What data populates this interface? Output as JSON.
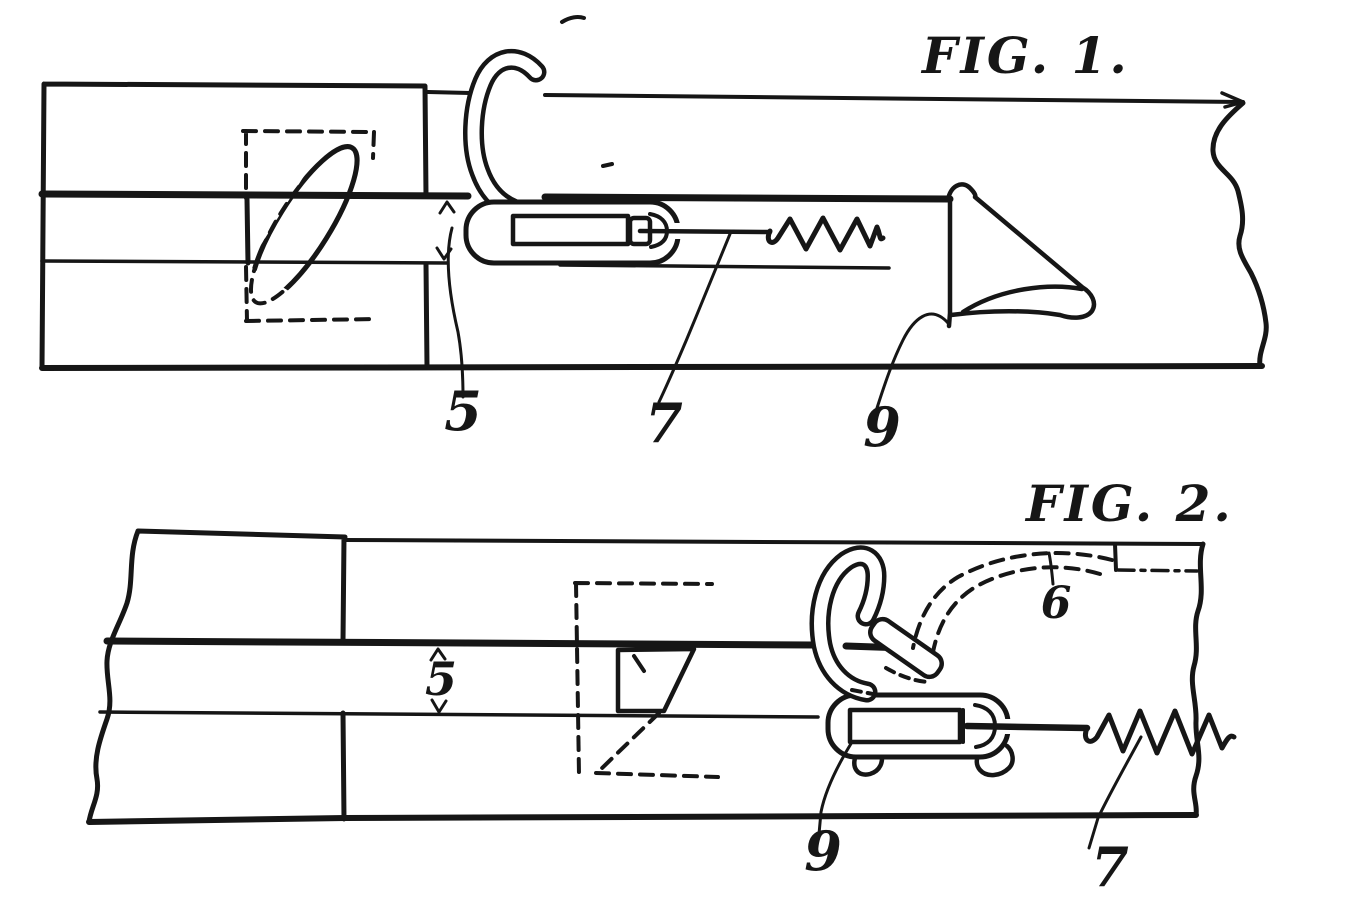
{
  "drawing": {
    "type": "patent-style mechanical line drawing, two figures",
    "colors": {
      "ink": "#161616",
      "paper": "#ffffff"
    }
  },
  "figure1": {
    "title": "FIG. 1.",
    "labels": {
      "ref5": "5",
      "ref7": "7",
      "ref9": "9"
    }
  },
  "figure2": {
    "title": "FIG. 2.",
    "labels": {
      "ref5": "5",
      "ref6": "6",
      "ref7": "7",
      "ref9": "9"
    }
  }
}
